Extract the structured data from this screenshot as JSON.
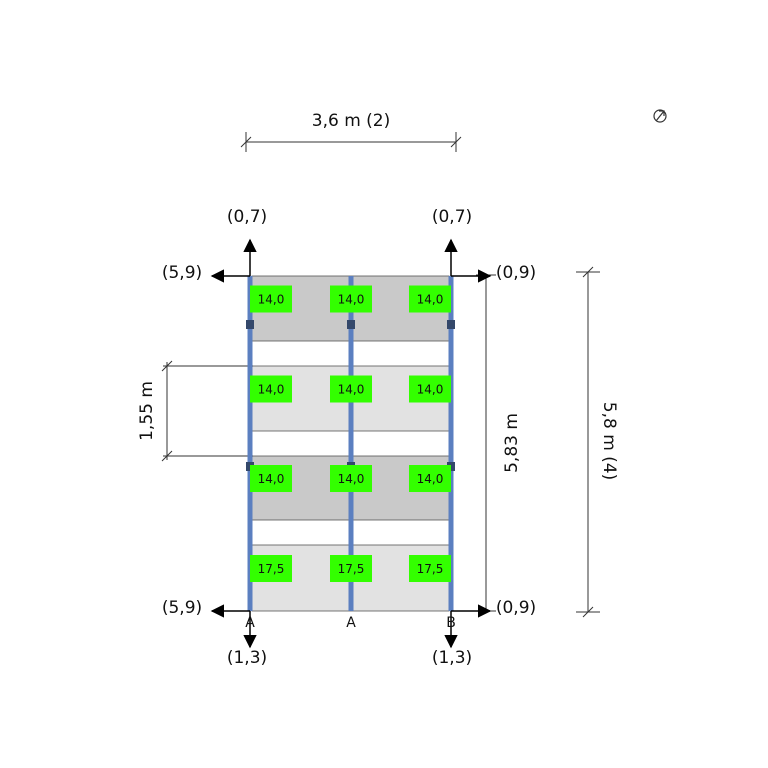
{
  "dimensions": {
    "width_label": "3,6 m (2)",
    "span_label": "1,55 m",
    "inner_height_label": "5,83 m",
    "outer_height_label": "5,8 m (4)"
  },
  "loads": {
    "top_left": "(0,7)",
    "top_right": "(0,7)",
    "left_top": "(5,9)",
    "right_top": "(0,9)",
    "left_bottom": "(5,9)",
    "right_bottom": "(0,9)",
    "bottom_left": "(1,3)",
    "bottom_right": "(1,3)"
  },
  "column_labels": [
    "A",
    "A",
    "B"
  ],
  "panels": [
    {
      "values": [
        "14,0",
        "14,0",
        "14,0"
      ],
      "shade": "#c9c9c9"
    },
    {
      "values": [
        "14,0",
        "14,0",
        "14,0"
      ],
      "shade": "#e2e2e2"
    },
    {
      "values": [
        "14,0",
        "14,0",
        "14,0"
      ],
      "shade": "#c9c9c9"
    },
    {
      "values": [
        "17,5",
        "17,5",
        "17,5"
      ],
      "shade": "#e2e2e2"
    }
  ],
  "colors": {
    "column": "#5b7fc0",
    "value_box": "#33ff00",
    "line": "#333333"
  },
  "icons": {
    "corner": "compass-icon"
  }
}
